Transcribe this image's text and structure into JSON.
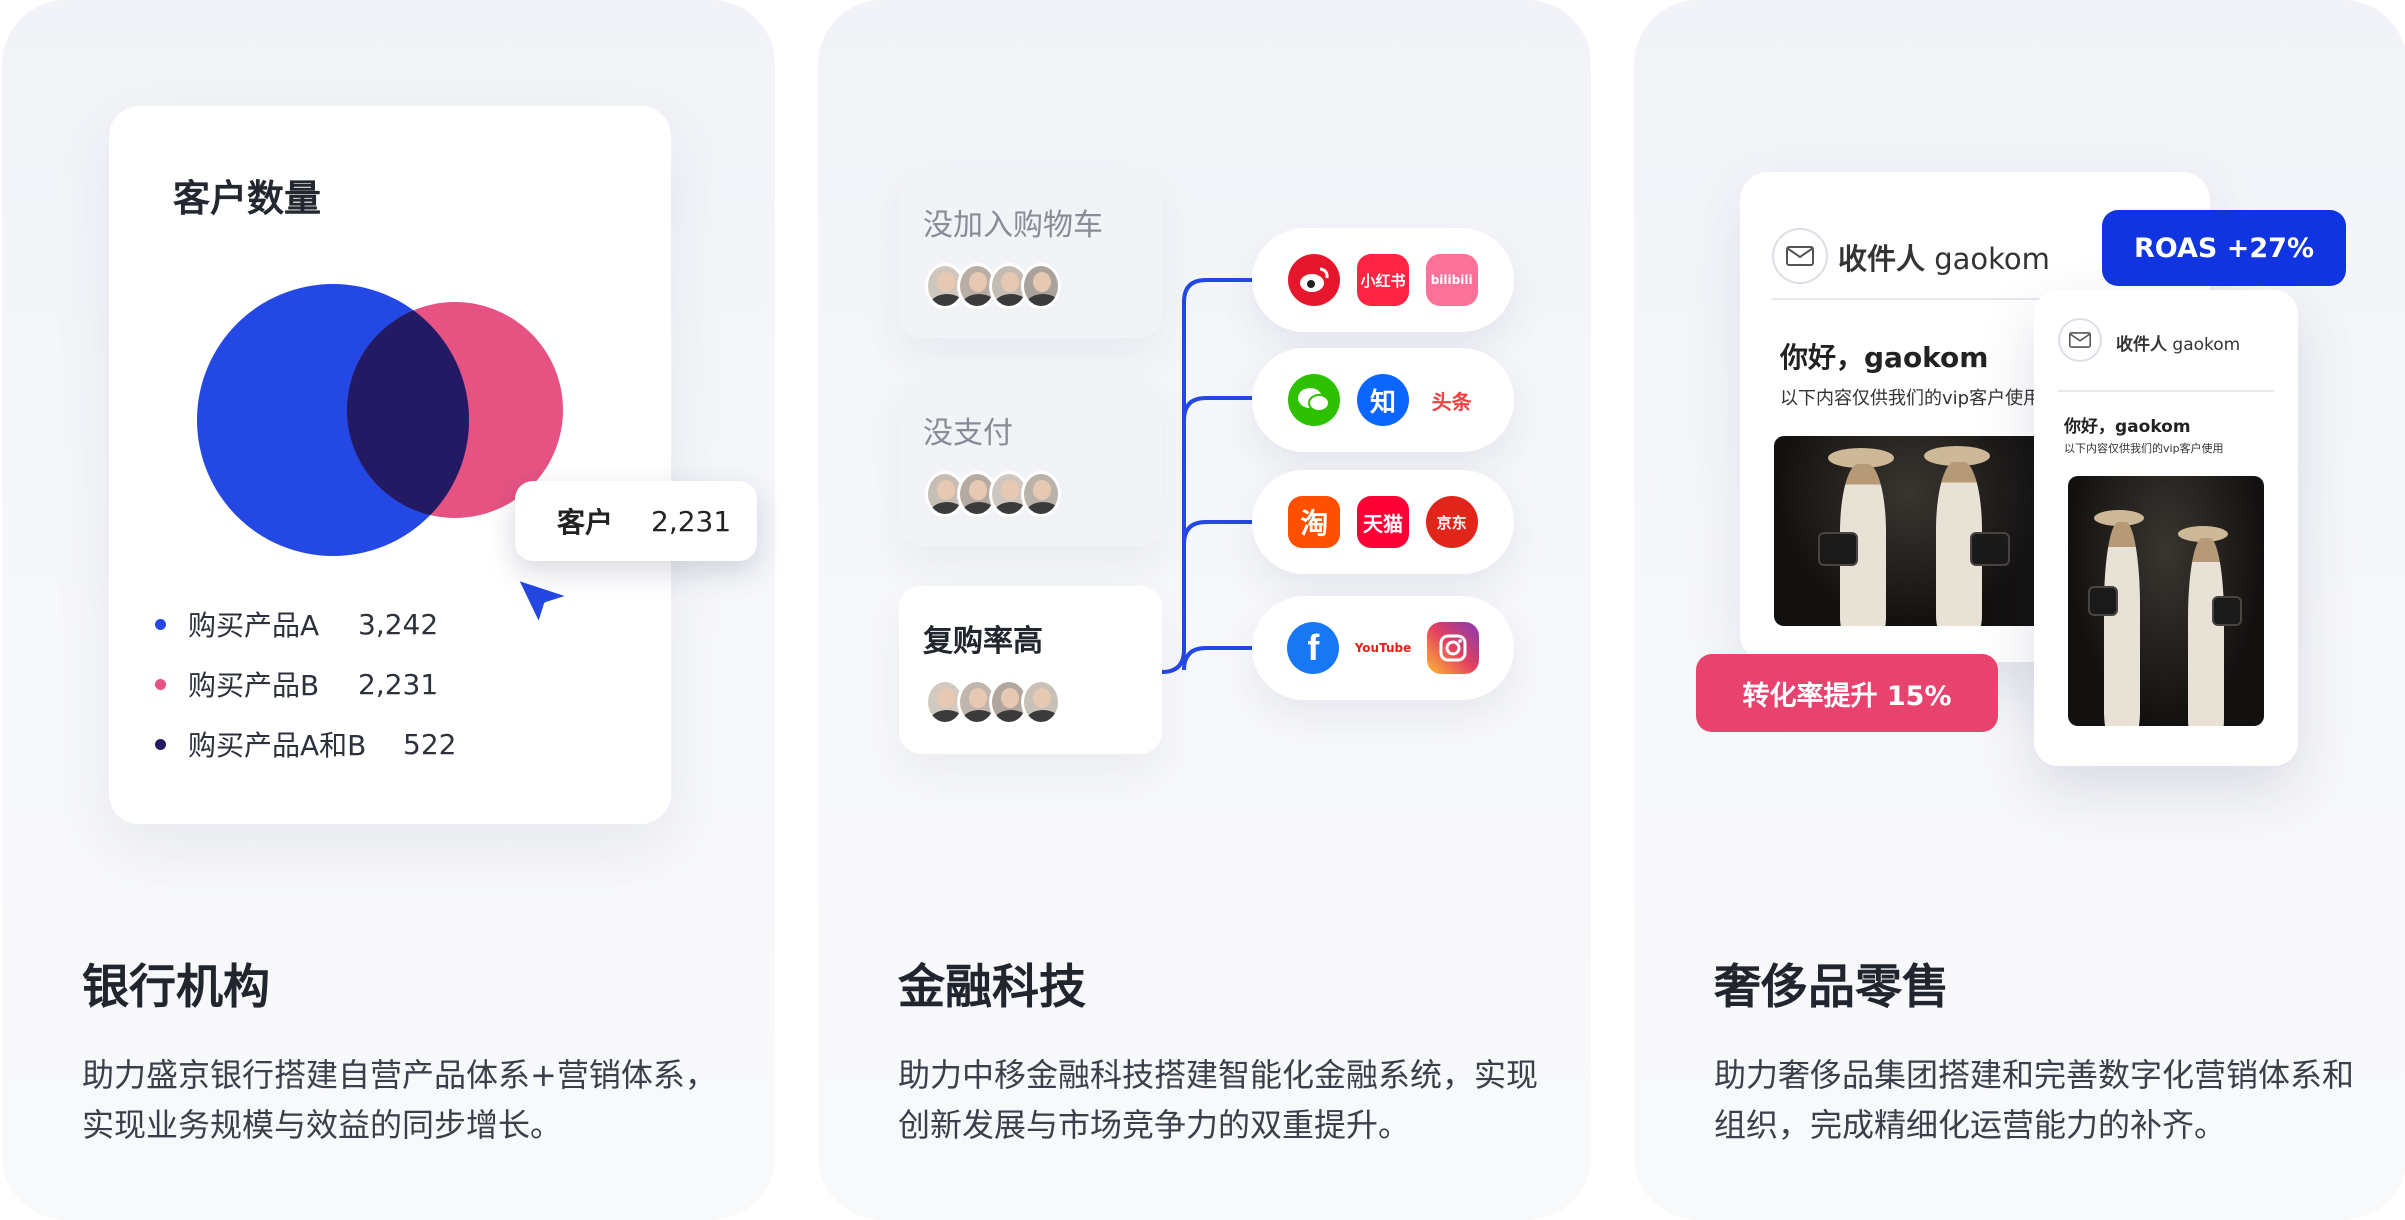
{
  "cards": [
    {
      "title": "银行机构",
      "desc": "助力盛京银行搭建自营产品体系+营销体系，实现业务规模与效益的同步增长。",
      "panel": {
        "title": "客户数量",
        "tooltip": {
          "label": "客户",
          "value": "2,231"
        },
        "legend": [
          {
            "label": "购买产品A",
            "value": "3,242",
            "color": "#2448e3"
          },
          {
            "label": "购买产品B",
            "value": "2,231",
            "color": "#e65382"
          },
          {
            "label": "购买产品A和B",
            "value": "522",
            "color": "#241a63"
          }
        ]
      }
    },
    {
      "title": "金融科技",
      "desc": "助力中移金融科技搭建智能化金融系统，实现创新发展与市场竞争力的双重提升。",
      "segments": [
        {
          "label": "没加入购物车"
        },
        {
          "label": "没支付"
        },
        {
          "label": "复购率高"
        }
      ],
      "apps": [
        [
          {
            "name": "weibo-icon",
            "text": "",
            "color": "#e6162d"
          },
          {
            "name": "xiaohongshu-icon",
            "text": "小红书",
            "color": "#ff2442"
          },
          {
            "name": "bilibili-icon",
            "text": "bilibili",
            "color": "#fb7299"
          }
        ],
        [
          {
            "name": "wechat-icon",
            "text": "",
            "color": "#2dc100"
          },
          {
            "name": "zhihu-icon",
            "text": "知",
            "color": "#0a66ff"
          },
          {
            "name": "toutiao-icon",
            "text": "头条",
            "color": "#f04142"
          }
        ],
        [
          {
            "name": "taobao-icon",
            "text": "淘",
            "color": "#ff5000"
          },
          {
            "name": "tmall-icon",
            "text": "天猫",
            "color": "#ff0036"
          },
          {
            "name": "jd-icon",
            "text": "京东",
            "color": "#e1251b"
          }
        ],
        [
          {
            "name": "facebook-icon",
            "text": "f",
            "color": "#1877f2"
          },
          {
            "name": "youtube-icon",
            "text": "YouTube",
            "color": "#ffffff"
          },
          {
            "name": "instagram-icon",
            "text": "",
            "color": "#d6249f"
          }
        ]
      ]
    },
    {
      "title": "奢侈品零售",
      "desc": "助力奢侈品集团搭建和完善数字化营销体系和组织，完成精细化运营能力的补齐。",
      "email": {
        "recipient_label": "收件人",
        "recipient": "gaokom",
        "greeting": "你好，gaokom",
        "note": "以下内容仅供我们的vip客户使用"
      },
      "badges": {
        "roas": "ROAS +27%",
        "conversion": "转化率提升 15%"
      },
      "colors": {
        "roas": "#1034e0",
        "conversion": "#e8426f"
      }
    }
  ]
}
